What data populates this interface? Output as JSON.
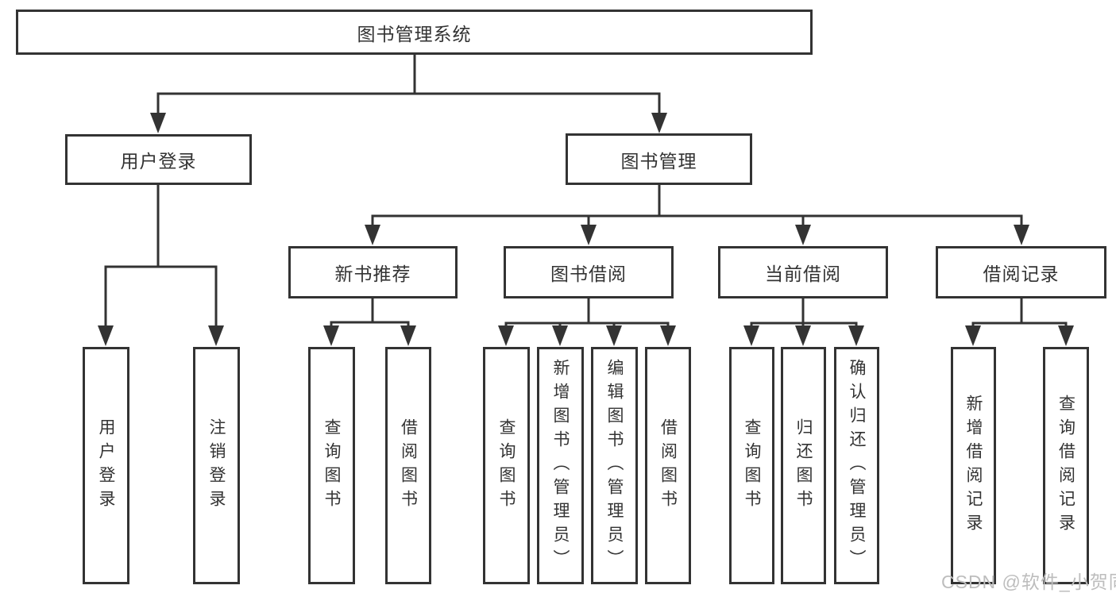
{
  "colors": {
    "line": "#333333",
    "box_border": "#333333",
    "box_fill": "#ffffff",
    "text": "#333333",
    "watermark": "#bdbdbd"
  },
  "tree": {
    "label": "图书管理系统",
    "children": [
      {
        "label": "用户登录",
        "children": [
          {
            "label": "用户登录"
          },
          {
            "label": "注销登录"
          }
        ]
      },
      {
        "label": "图书管理",
        "children": [
          {
            "label": "新书推荐",
            "children": [
              {
                "label": "查询图书"
              },
              {
                "label": "借阅图书"
              }
            ]
          },
          {
            "label": "图书借阅",
            "children": [
              {
                "label": "查询图书"
              },
              {
                "label": "新增图书（管理员）"
              },
              {
                "label": "编辑图书（管理员）"
              },
              {
                "label": "借阅图书"
              }
            ]
          },
          {
            "label": "当前借阅",
            "children": [
              {
                "label": "查询图书"
              },
              {
                "label": "归还图书"
              },
              {
                "label": "确认归还（管理员）"
              }
            ]
          },
          {
            "label": "借阅记录",
            "children": [
              {
                "label": "新增借阅记录"
              },
              {
                "label": "查询借阅记录"
              }
            ]
          }
        ]
      }
    ]
  },
  "watermark": {
    "text": "CSDN @软件_小贺同学"
  }
}
